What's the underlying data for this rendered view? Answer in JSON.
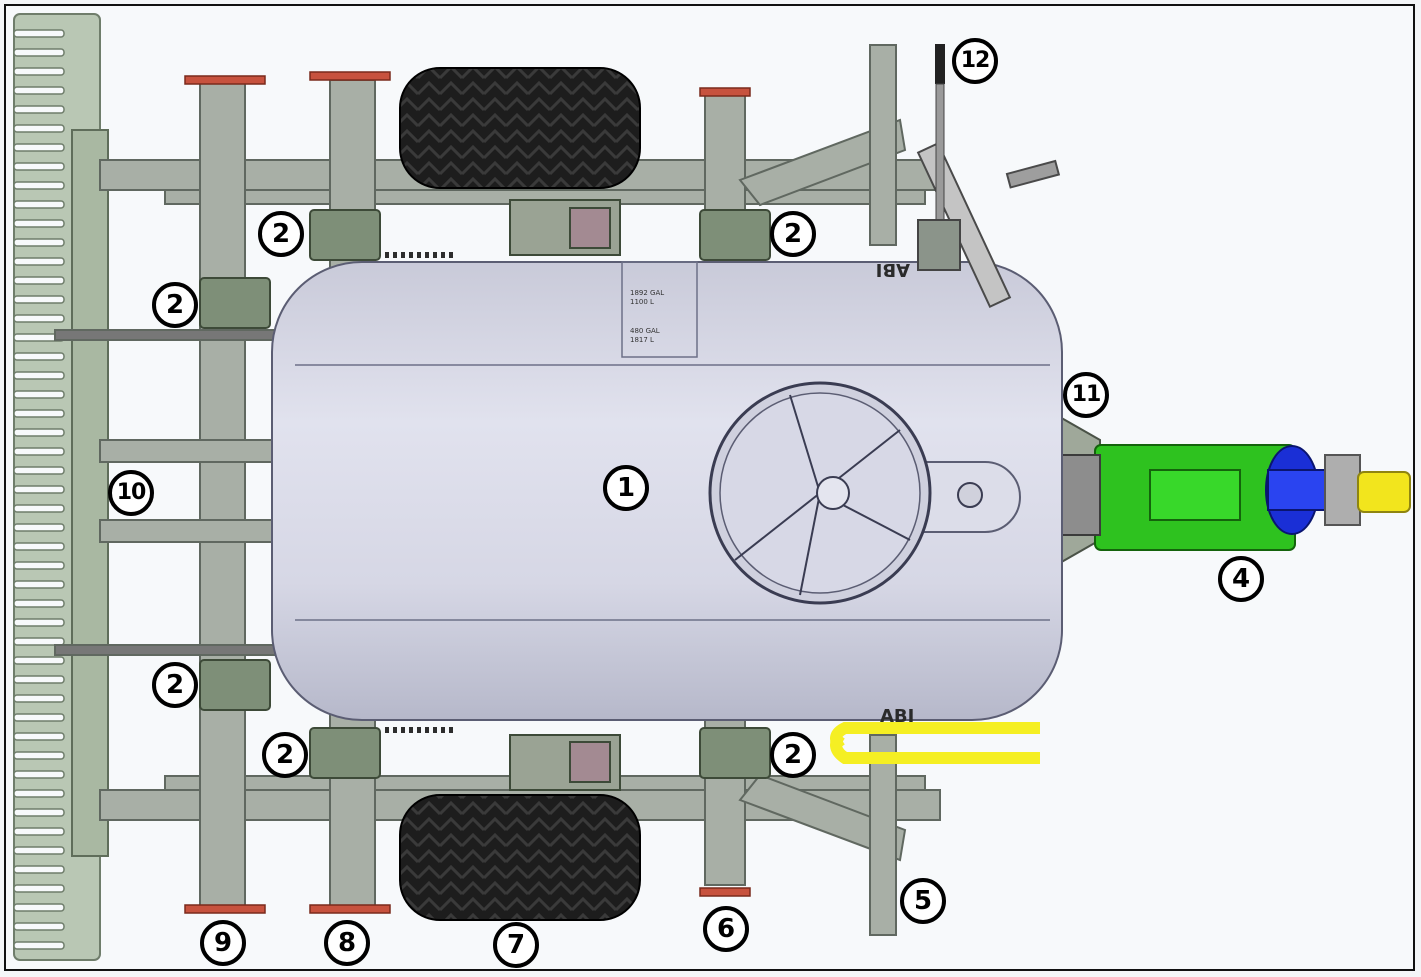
{
  "diagram": {
    "tank_markings": [
      "480 GAL",
      "1817 L",
      "1892 GAL",
      "1100 L"
    ],
    "brand_marks": [
      "ABI",
      "ABI"
    ]
  },
  "callouts": [
    {
      "id": "c1",
      "label": "1"
    },
    {
      "id": "c2a",
      "label": "2"
    },
    {
      "id": "c2b",
      "label": "2"
    },
    {
      "id": "c2c",
      "label": "2"
    },
    {
      "id": "c2d",
      "label": "2"
    },
    {
      "id": "c2e",
      "label": "2"
    },
    {
      "id": "c2f",
      "label": "2"
    },
    {
      "id": "c4",
      "label": "4"
    },
    {
      "id": "c5",
      "label": "5"
    },
    {
      "id": "c6",
      "label": "6"
    },
    {
      "id": "c7",
      "label": "7"
    },
    {
      "id": "c8",
      "label": "8"
    },
    {
      "id": "c9",
      "label": "9"
    },
    {
      "id": "c10",
      "label": "10"
    },
    {
      "id": "c11",
      "label": "11"
    },
    {
      "id": "c12",
      "label": "12"
    }
  ],
  "colors": {
    "tank": "#d9dbe8",
    "frame": "#a9b4a3",
    "rake": "#b9c7b4",
    "hitch": "#2ec21f",
    "pump": "#1a2fd6",
    "pto": "#f2e51d",
    "hose": "#f5ef23",
    "tire": "#1c1c1c"
  }
}
